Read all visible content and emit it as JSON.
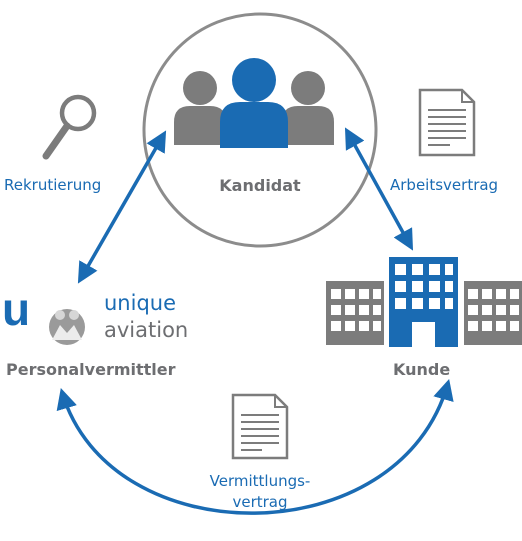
{
  "nodes": {
    "candidate_label": "Kandidat",
    "recruiter_label": "Personalvermittler",
    "client_label": "Kunde"
  },
  "edges": {
    "recruiting_label": "Rekrutierung",
    "employment_contract_label": "Arbeitsvertrag",
    "placement_contract_line1": "Vermittlungs-",
    "placement_contract_line2": "vertrag"
  },
  "logo": {
    "mark": "u",
    "line1": "unique",
    "line2": "aviation"
  },
  "colors": {
    "blue": "#1a6bb3",
    "grey": "#7c7c7c",
    "circle": "#8c8c8c",
    "text_grey": "#6d6e71"
  },
  "icons": [
    "people-icon",
    "magnifier-icon",
    "document-icon",
    "buildings-icon",
    "logo-icon"
  ]
}
